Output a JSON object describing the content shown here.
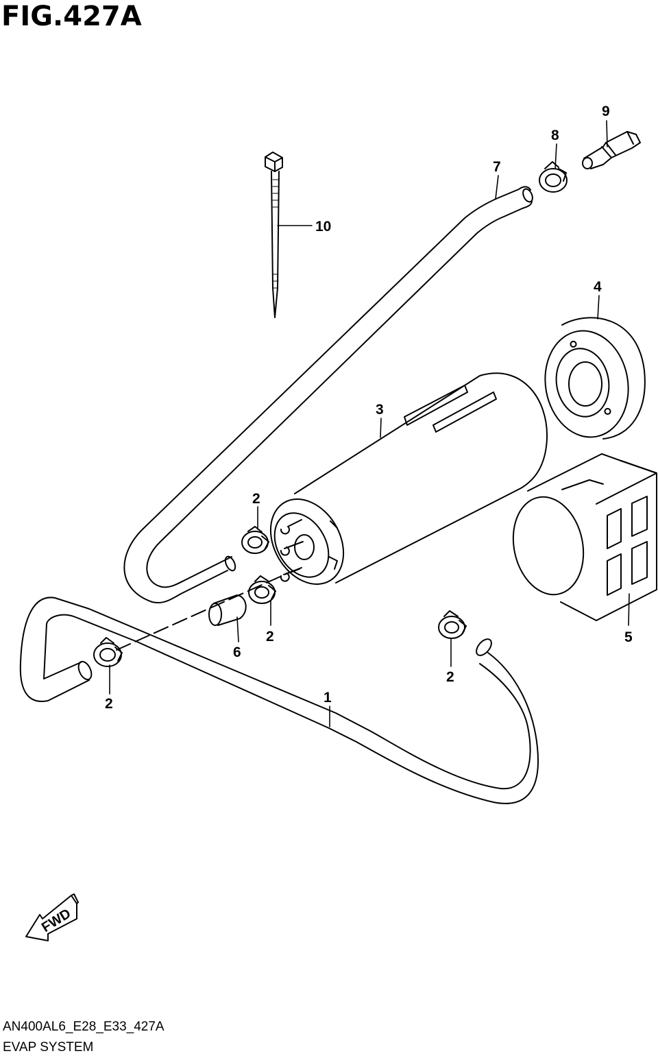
{
  "figure": {
    "title": "FIG.427A",
    "code": "AN400AL6_E28_E33_427A",
    "name": "EVAP SYSTEM"
  },
  "direction_marker": {
    "label": "FWD",
    "icon": "forward-arrow-icon"
  },
  "callouts": {
    "c1": "1",
    "c2a": "2",
    "c2b": "2",
    "c2c": "2",
    "c2d": "2",
    "c3": "3",
    "c4": "4",
    "c5": "5",
    "c6": "6",
    "c7": "7",
    "c8": "8",
    "c9": "9",
    "c10": "10"
  },
  "colors": {
    "line": "#000000",
    "background": "#ffffff"
  }
}
